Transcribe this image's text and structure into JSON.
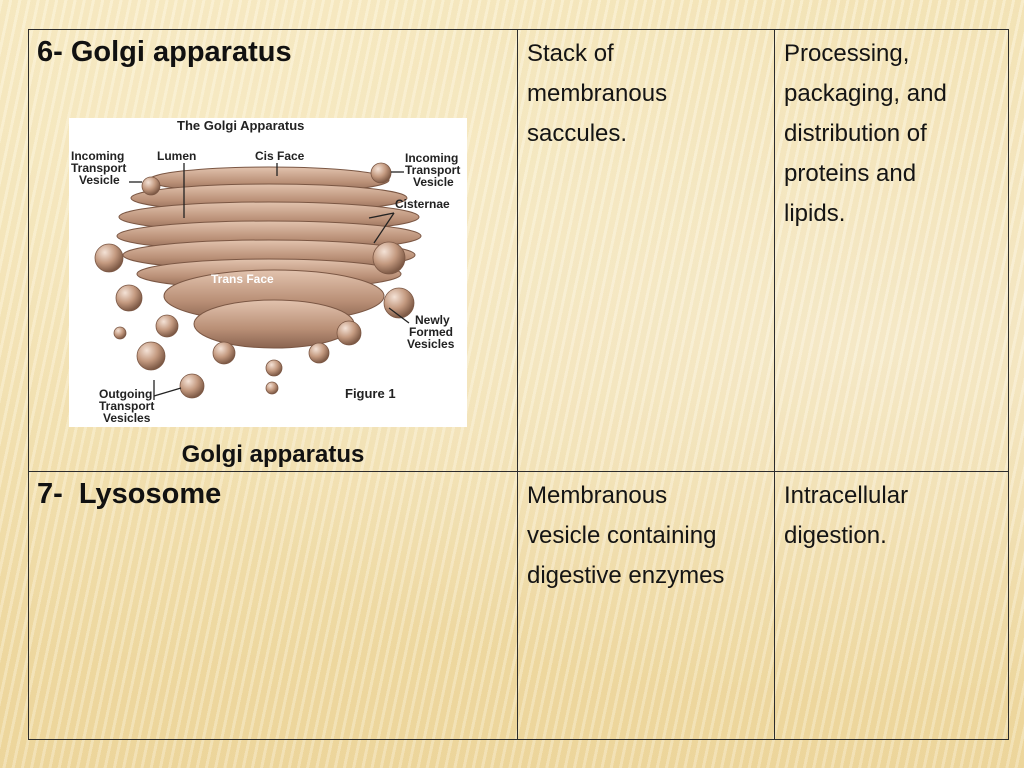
{
  "rows": [
    {
      "name": "6- Golgi apparatus",
      "structure": [
        "Stack of",
        "membranous",
        "saccules."
      ],
      "function": [
        "Processing,",
        "packaging, and",
        "distribution of",
        "proteins and",
        "lipids."
      ],
      "figure": {
        "title": "The Golgi Apparatus",
        "labels": {
          "incoming_left": [
            "Incoming",
            "Transport",
            "Vesicle"
          ],
          "lumen": "Lumen",
          "cis_face": "Cis Face",
          "incoming_right": [
            "Incoming",
            "Transport",
            "Vesicle"
          ],
          "cisternae": "Cisternae",
          "trans_face": "Trans Face",
          "newly_formed": [
            "Newly",
            "Formed",
            "Vesicles"
          ],
          "outgoing": [
            "Outgoing",
            "Transport",
            "Vesicles"
          ],
          "figure_label": "Figure 1"
        },
        "caption": "Golgi apparatus"
      }
    },
    {
      "name": "7-  Lysosome",
      "structure": [
        "Membranous",
        "vesicle containing",
        "digestive enzymes"
      ],
      "function": [
        "Intracellular",
        "digestion."
      ]
    }
  ],
  "colors": {
    "border": "#2c2c2c",
    "organelle": "#c49a80",
    "organelle_dark": "#8a6450"
  }
}
